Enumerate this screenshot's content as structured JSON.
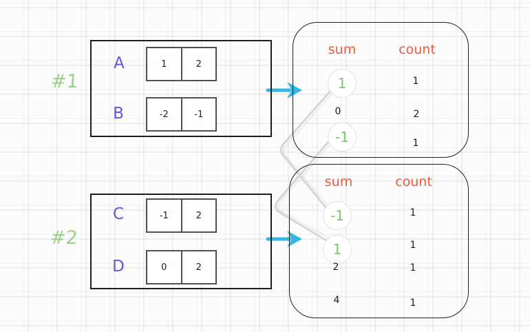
{
  "diagram_title": "subset sums merge examples",
  "colors": {
    "background": "#fcfcfc",
    "grid_line": "#ececec",
    "outer_box_border": "#1c1c1c",
    "cell_box_border": "#4f4f4f",
    "array_name_purple": "#6b4fe3",
    "example_label_green": "#8fca7d",
    "circled_value_green": "#7ec46a",
    "header_orange": "#e85c3c",
    "arrow_cyan": "#35b6e2",
    "connector_gray": "#d6d6d6"
  },
  "icons": {
    "arrow_right": "cyan flow arrow",
    "connector": "gray pairing line"
  },
  "examples": [
    {
      "label": "#1",
      "arrays": [
        {
          "name": "A",
          "values": [
            "1",
            "2"
          ]
        },
        {
          "name": "B",
          "values": [
            "-2",
            "-1"
          ]
        }
      ],
      "table": {
        "headers": {
          "sum": "sum",
          "count": "count"
        },
        "rows": [
          {
            "sum": "1",
            "count": "1",
            "circled": true
          },
          {
            "sum": "0",
            "count": "2",
            "circled": false
          },
          {
            "sum": "-1",
            "count": "1",
            "circled": true
          }
        ]
      }
    },
    {
      "label": "#2",
      "arrays": [
        {
          "name": "C",
          "values": [
            "-1",
            "2"
          ]
        },
        {
          "name": "D",
          "values": [
            "0",
            "2"
          ]
        }
      ],
      "table": {
        "headers": {
          "sum": "sum",
          "count": "count"
        },
        "rows": [
          {
            "sum": "-1",
            "count": "1",
            "circled": true
          },
          {
            "sum": "1",
            "count": "1",
            "circled": true
          },
          {
            "sum": "2",
            "count": "1",
            "circled": false
          },
          {
            "sum": "4",
            "count": "1",
            "circled": false
          }
        ]
      }
    }
  ],
  "connections": [
    {
      "from_example1_sum": "1",
      "to_example2_sum": "-1"
    },
    {
      "from_example1_sum": "-1",
      "to_example2_sum": "1"
    }
  ]
}
